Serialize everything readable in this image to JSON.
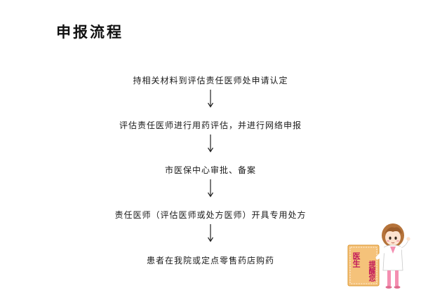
{
  "title": "申报流程",
  "steps": [
    "持相关材料到评估责任医师处申请认定",
    "评估责任医师进行用药评估，并进行网络申报",
    "市医保中心审批、备案",
    "责任医师（评估医师或处方医师）开具专用处方",
    "患者在我院或定点零售药店购药"
  ],
  "badge": {
    "left_text": "医生",
    "right_text": "提醒您"
  },
  "colors": {
    "badge_bg": "#f5c27a",
    "badge_text": "#c2185b",
    "arrow": "#222222"
  }
}
